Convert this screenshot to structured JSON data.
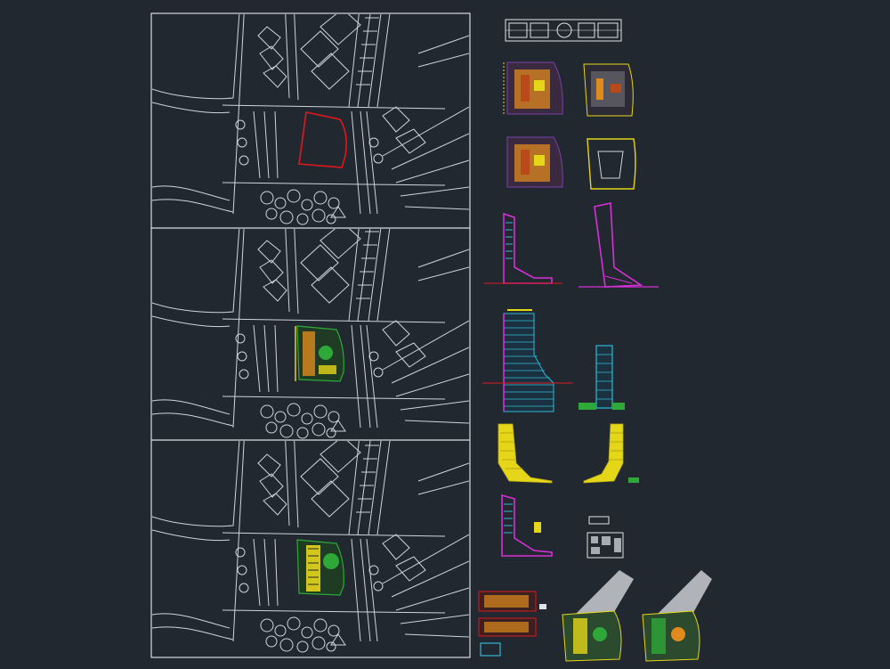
{
  "drawing": {
    "background": "#212830",
    "site_plans": [
      {
        "id": "site-plan-existing",
        "contents": "site-boundary"
      },
      {
        "id": "site-plan-ground-floor",
        "contents": "ground-floor-layout"
      },
      {
        "id": "site-plan-roof",
        "contents": "roof-layout"
      }
    ],
    "sheets": [
      "header-elevation-strip",
      "floor-plan-1",
      "floor-plan-2",
      "floor-plan-3",
      "floor-plan-4",
      "section-1",
      "section-2",
      "elevation-1",
      "elevation-2",
      "facade-1",
      "facade-2",
      "section-3",
      "detail-block",
      "small-plans",
      "perspective-1",
      "perspective-2"
    ],
    "colors": {
      "linework": "#d8dde4",
      "site_boundary": "#e0181d",
      "tower_outline": "#d630d6",
      "tower_panel": "#2fb8d8",
      "facade_yellow": "#e6d619",
      "plan_orange": "#e08a1d",
      "landscape_green": "#2fa83a",
      "plan_purple": "#7a3fa8"
    }
  }
}
